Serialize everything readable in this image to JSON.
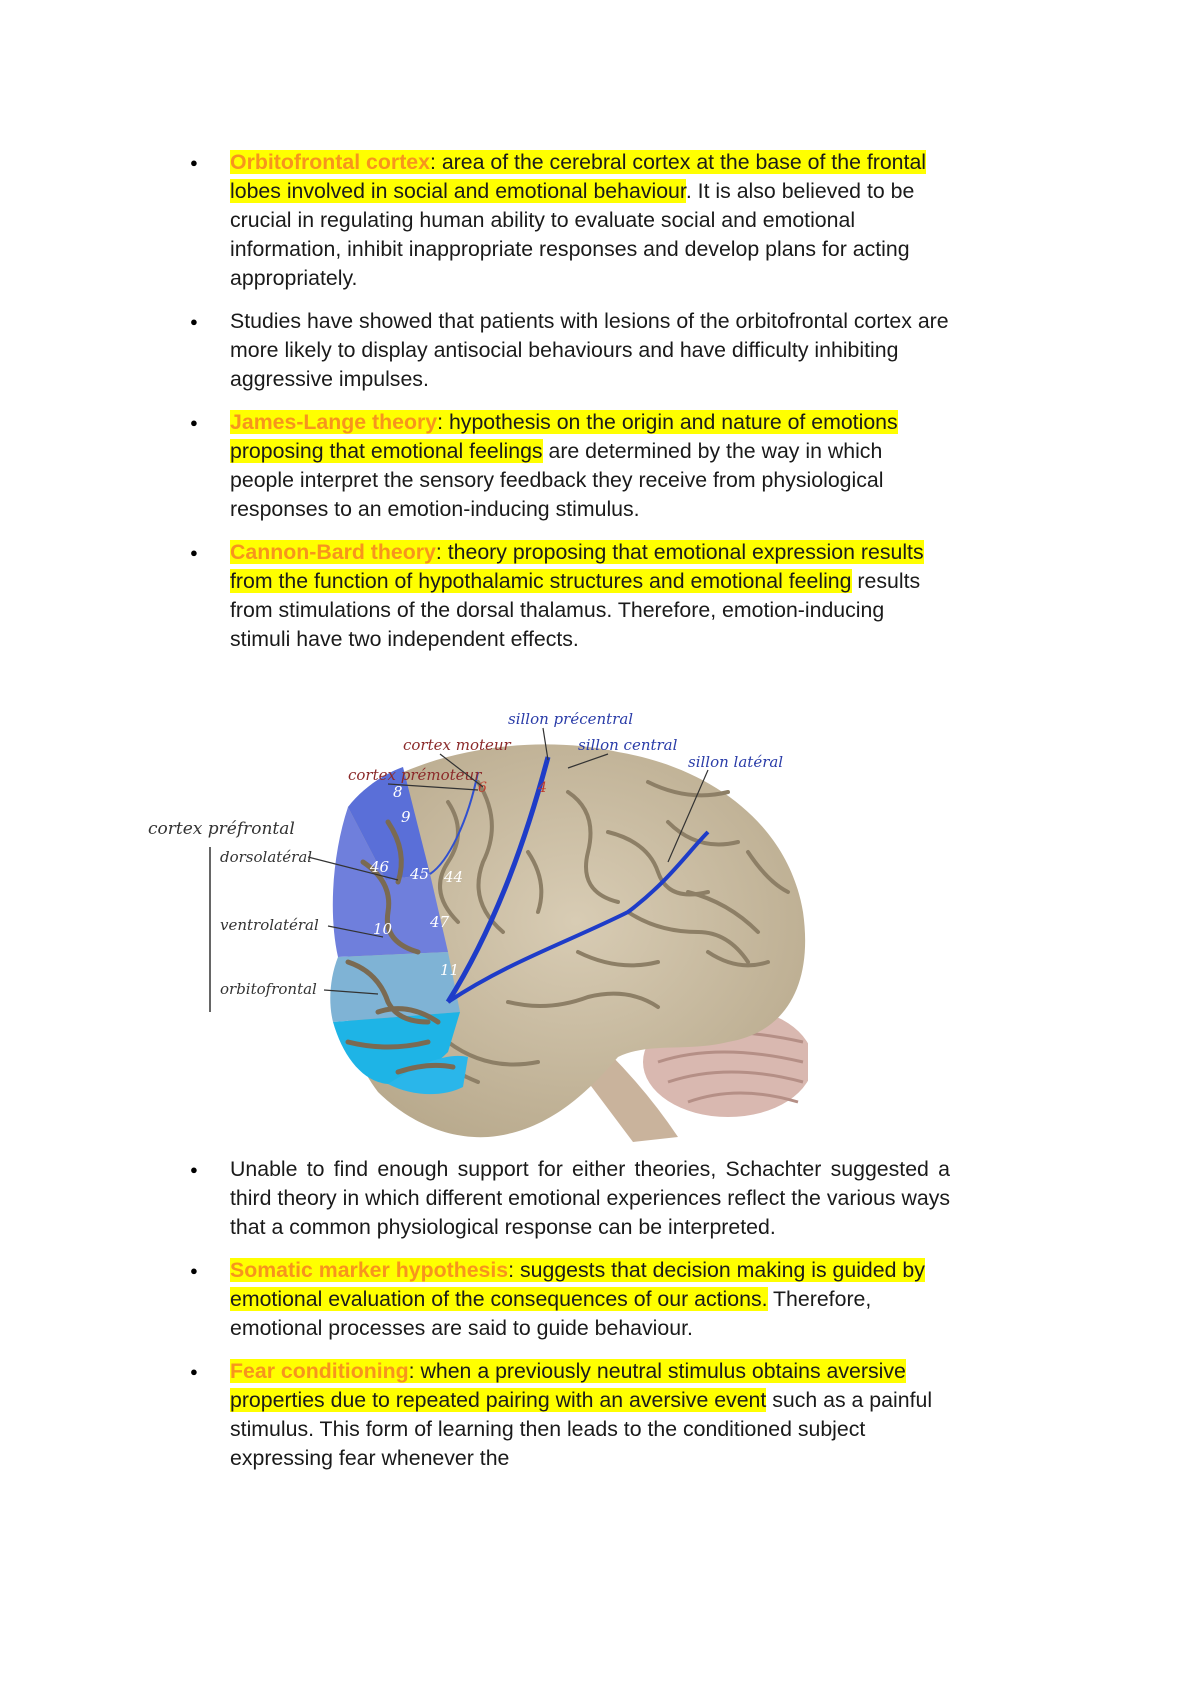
{
  "items_top": [
    {
      "term": "Orbitofrontal cortex",
      "highlighted": ": area of the cerebral cortex at the base of the frontal lobes involved in social and emotional behaviour",
      "rest": ". It is also believed to be crucial in regulating human ability to evaluate social and emotional information, inhibit inappropriate responses and develop plans for acting appropriately."
    },
    {
      "plain": "Studies have showed that patients with lesions of the orbitofrontal cortex are more likely to display antisocial behaviours and have difficulty inhibiting aggressive impulses."
    },
    {
      "term": "James-Lange theory",
      "highlighted": ": hypothesis on the origin and nature of emotions proposing that emotional feelings",
      "rest": " are determined by the way in which people interpret the sensory feedback they receive from physiological responses to an emotion-inducing stimulus."
    },
    {
      "term": "Cannon-Bard theory",
      "highlighted": ": theory proposing that emotional expression results from the function of hypothalamic structures and emotional feeling",
      "rest": " results from stimulations of the dorsal thalamus. Therefore, emotion-inducing stimuli have two independent effects."
    }
  ],
  "figure": {
    "labels": {
      "sillon_precentral": "sillon précentral",
      "cortex_moteur": "cortex moteur",
      "sillon_central": "sillon central",
      "sillon_lateral": "sillon latéral",
      "cortex_premoteur": "cortex prémoteur",
      "cortex_prefrontal": "cortex préfrontal",
      "dorsolateral": "dorsolatéral",
      "ventrolateral": "ventrolatéral",
      "orbitofrontal": "orbitofrontal"
    },
    "areas": {
      "a8": "8",
      "a9": "9",
      "a46": "46",
      "a45": "45",
      "a44": "44",
      "a47": "47",
      "a10": "10",
      "a11": "11",
      "a6": "6",
      "a4": "4"
    },
    "colors": {
      "dorsolateral": "#6f7fdc",
      "ventrolateral": "#7fb3d5",
      "orbitofrontal": "#1eb4e6",
      "brain": "#cdbfa3",
      "sulcus": "#1e3cc8",
      "red_label": "#8b2a2a",
      "blue_label": "#2a3ca8"
    }
  },
  "items_bottom": [
    {
      "plain": "Unable to find enough support for either theories, Schachter suggested a third theory in which different emotional experiences reflect the various ways that a common physiological response can be interpreted."
    },
    {
      "term": "Somatic marker hypothesis",
      "highlighted": ": suggests that decision making is guided by emotional evaluation of the consequences of our actions.",
      "rest": " Therefore, emotional processes are said to guide behaviour."
    },
    {
      "term": "Fear conditioning",
      "highlighted": ": when a previously neutral stimulus obtains aversive properties due to repeated pairing with an aversive event",
      "rest": " such as a painful stimulus. This form of learning then leads to the conditioned subject expressing fear whenever the"
    }
  ]
}
